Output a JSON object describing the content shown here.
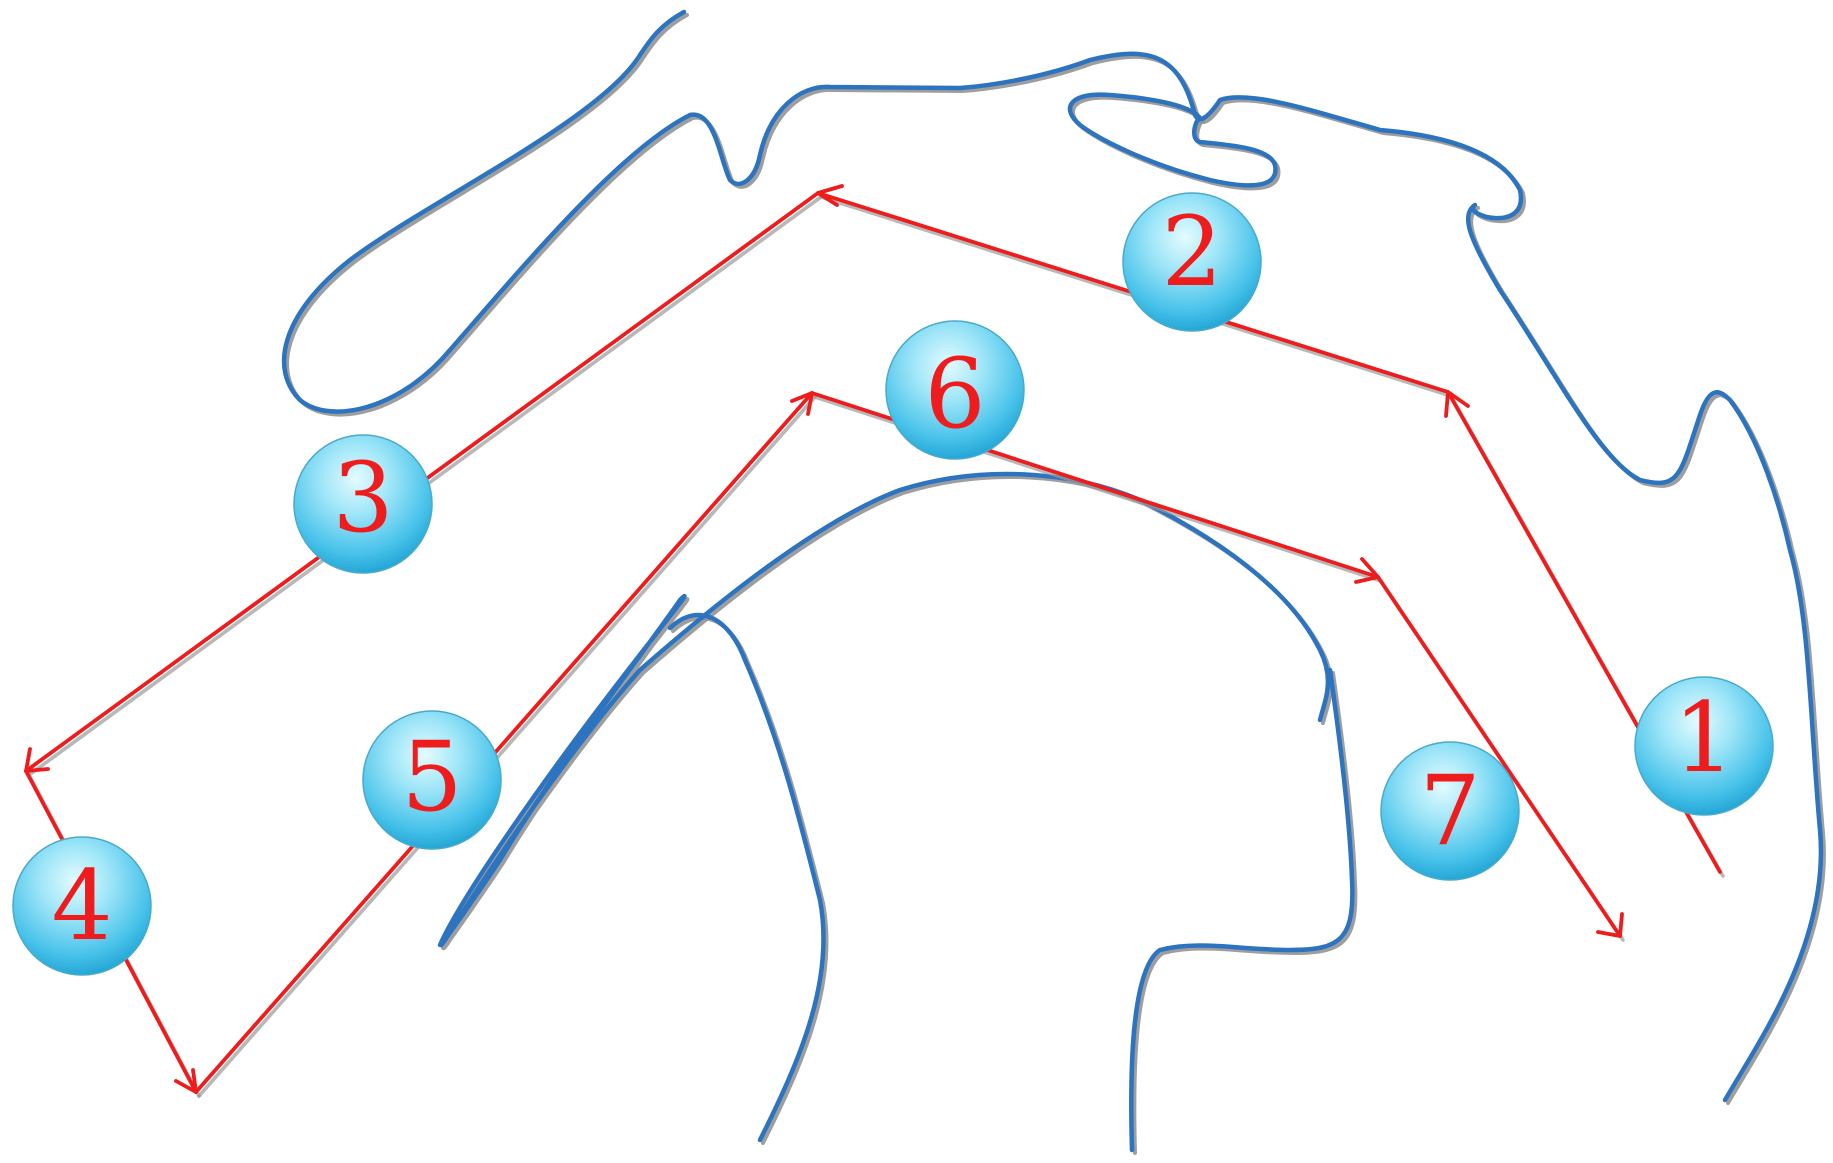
{
  "colors": {
    "contour": "#2c73c0",
    "route": "#ee1c1c",
    "badge_fill_light": "#d9f7ff",
    "badge_fill_mid": "#63d0ef",
    "badge_fill_dark": "#1aa7d6",
    "badge_text": "#ee1c1c",
    "background": "#ffffff"
  },
  "steps": [
    {
      "label": "1"
    },
    {
      "label": "2"
    },
    {
      "label": "3"
    },
    {
      "label": "4"
    },
    {
      "label": "5"
    },
    {
      "label": "6"
    },
    {
      "label": "7"
    }
  ]
}
